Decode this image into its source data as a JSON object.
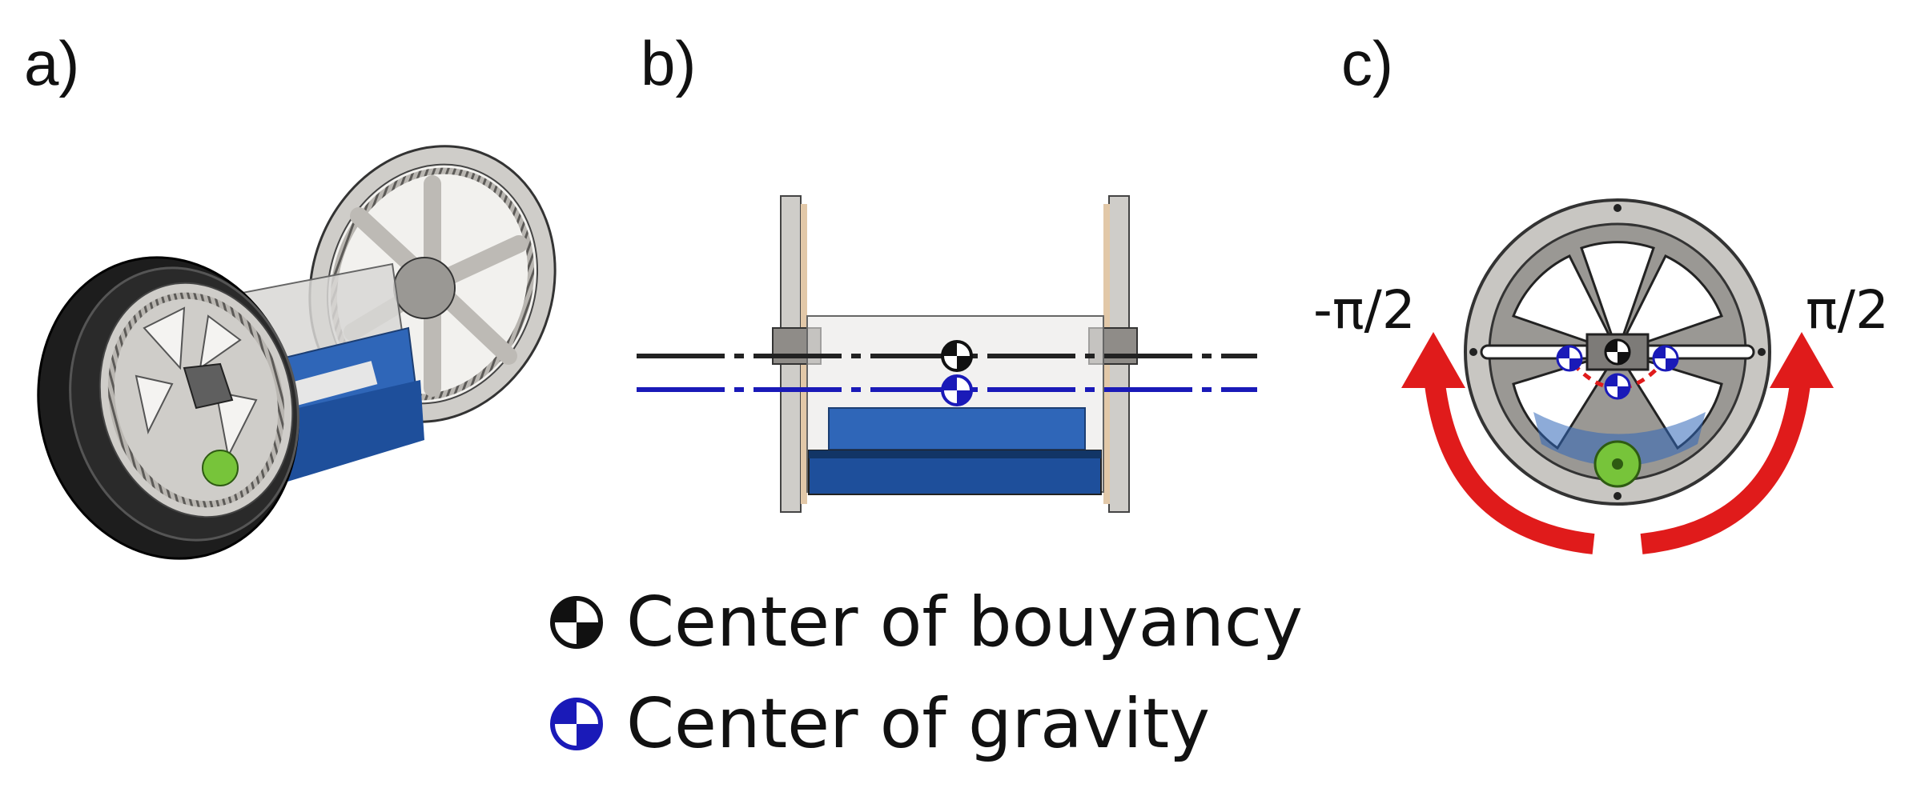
{
  "panels": {
    "a": {
      "label": "a)"
    },
    "b": {
      "label": "b)"
    },
    "c": {
      "label": "c)",
      "angle_left": "-π/2",
      "angle_right": "π/2"
    }
  },
  "legend": {
    "buoyancy": {
      "text": "Center of bouyancy",
      "color": "#111111"
    },
    "gravity": {
      "text": "Center of gravity",
      "color": "#1a1ab8"
    }
  },
  "colors": {
    "ballast_blue": "#2f66b8",
    "arrow_red": "#e01b1b",
    "wheel_gray": "#c8c6c2",
    "gear_green": "#77c43a"
  }
}
